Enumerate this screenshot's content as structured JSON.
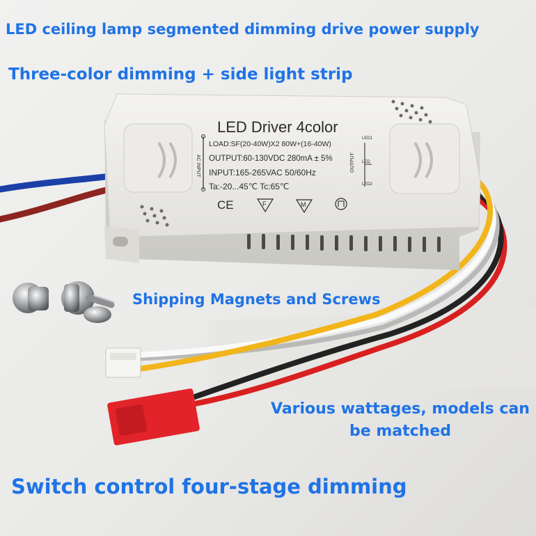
{
  "captions": {
    "title": "LED ceiling lamp segmented dimming drive power supply",
    "subtitle": "Three-color dimming + side light strip",
    "magnets": "Shipping Magnets and Screws",
    "models": "Various wattages, models can be matched",
    "bottom": "Switch control four-stage dimming"
  },
  "label": {
    "brand": "LED Driver 4color",
    "load": "LOAD:SF(20-40W)X2 80W+(16-40W)",
    "output": "OUTPUT:60-130VDC 280mA ± 5%",
    "input": "INPUT:165-265VAC 50/60Hz",
    "temp": "Ta:-20...45℃  Tc:65℃",
    "ac_input": "AC INPUT",
    "side_output": "OUTPUT",
    "led1": "LED1",
    "led": "LED",
    "led2": "LED2",
    "ce": "CE",
    "f_mark": "F",
    "m_mark": "M"
  },
  "colors": {
    "caption": "#1f73e6",
    "case": "#e9e8e4",
    "wire_blue": "#1c3fa8",
    "wire_brown": "#8c2420",
    "wire_yellow": "#f2b51a",
    "wire_red": "#d92020",
    "connector_red": "#e2242a"
  }
}
